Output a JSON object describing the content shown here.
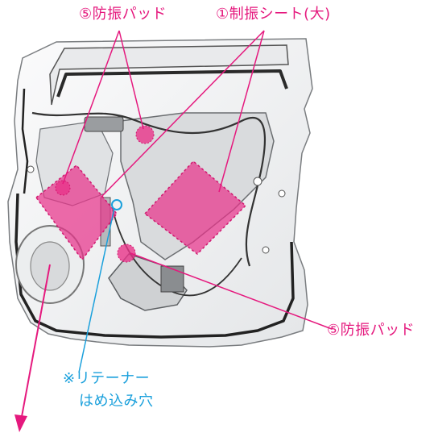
{
  "labels": {
    "pad_top": "⑤防振パッド",
    "sheet_large": "①制振シート(大)",
    "pad_right": "⑤防振パッド",
    "retainer_line1": "※リテーナー",
    "retainer_line2": "はめ込み穴"
  },
  "colors": {
    "accent_pink": "#e5197e",
    "highlight_pink": "#e8338a",
    "leader_blue": "#1aa0dc",
    "door_panel": "#f2f3f4",
    "door_outline": "#7a7d80",
    "weatherstrip": "#222222"
  }
}
